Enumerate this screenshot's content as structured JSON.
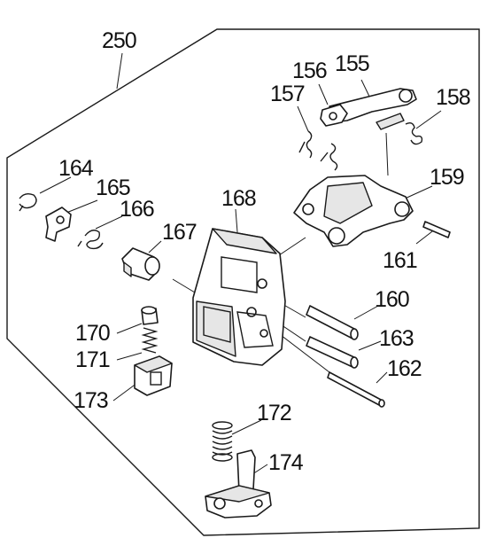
{
  "labels": {
    "p250": "250",
    "p155": "155",
    "p156": "156",
    "p157": "157",
    "p158": "158",
    "p159": "159",
    "p160": "160",
    "p161": "161",
    "p162": "162",
    "p163": "163",
    "p164": "164",
    "p165": "165",
    "p166": "166",
    "p167": "167",
    "p168": "168",
    "p170": "170",
    "p171": "171",
    "p172": "172",
    "p173": "173",
    "p174": "174"
  }
}
